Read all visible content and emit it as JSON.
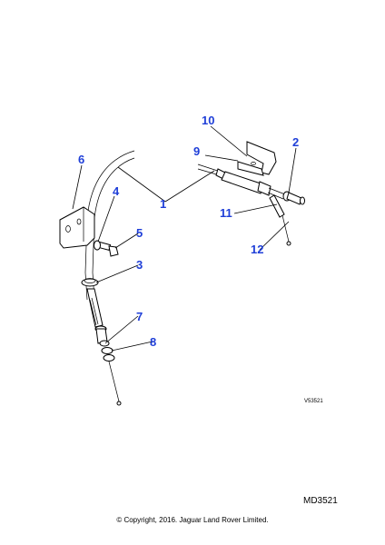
{
  "callouts": [
    {
      "label": "1"
    },
    {
      "label": "2"
    },
    {
      "label": "3"
    },
    {
      "label": "4"
    },
    {
      "label": "5"
    },
    {
      "label": "6"
    },
    {
      "label": "7"
    },
    {
      "label": "8"
    },
    {
      "label": "9"
    },
    {
      "label": "10"
    },
    {
      "label": "11"
    },
    {
      "label": "12"
    }
  ],
  "drawing_code": "V53521",
  "reference_code": "MD3521",
  "copyright": "© Copyright, 2016. Jaguar Land Rover Limited."
}
